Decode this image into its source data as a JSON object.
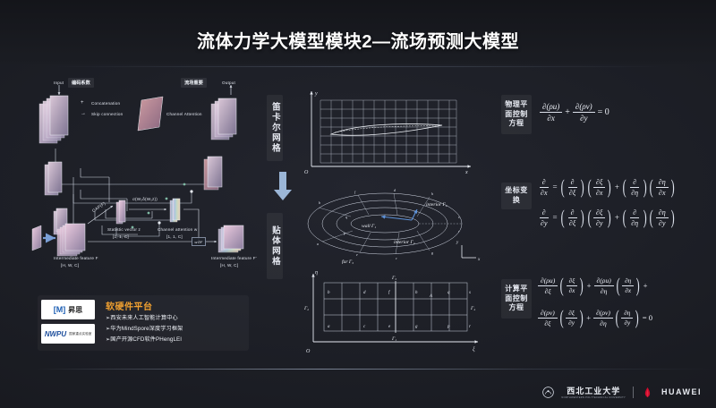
{
  "slide": {
    "title": "流体力学大模型模块2—流场预测大模型",
    "background_color": "#1c1e25",
    "accent_color": "#f0a030"
  },
  "network_diagram": {
    "input_label": "Input",
    "output_label": "Output",
    "encoder_chip": "编码系数",
    "decoder_chip": "流场重要",
    "legend": [
      {
        "symbol": "+",
        "label": "Concatenation"
      },
      {
        "symbol": "→",
        "label": "Skip connection"
      }
    ],
    "channel_attention_label": "Channel Attention",
    "detail": {
      "intermediate_feature": "Intermediate feature F",
      "intermediate_feature_dims": "[H, W, C]",
      "statistic_vector": "Statistic vector z",
      "statistic_vector_dims": "[1, 1, C]",
      "channel_attention": "Channel attention w",
      "channel_attention_dims": "[1, 1, C]",
      "output_feature": "Intermediate feature F'",
      "output_feature_dims": "[H, W, C]",
      "op_gap": "GAP(F)",
      "op_sigmoid": "σ(W₂δ(W₁z))",
      "op_scale": "w⊙F"
    }
  },
  "platform": {
    "title": "软硬件平台",
    "items": [
      "➢西安未来人工智能计算中心",
      "➢华为MindSpore深度学习框架",
      "➢国产开源CFD软件PHengLEI"
    ],
    "highlights": [
      "MindSpore",
      "PHengLEI"
    ],
    "logos": [
      {
        "name": "mindspore-logo",
        "text": "[M]",
        "sub": "昇思"
      },
      {
        "name": "nwpu-lab-logo",
        "text": "NWPU",
        "sub": "国家重点实验室"
      }
    ]
  },
  "middle": {
    "cartesian_label": "笛卡尔网格",
    "bodyfit_label": "贴体网格",
    "arrow": "down-arrow",
    "cartesian_fig": {
      "x_axis": "x",
      "y_axis": "y",
      "origin": "O",
      "cols": 14,
      "rows": 8
    },
    "ogrid_fig": {
      "boundaries": [
        "wall Γ₁",
        "far Γ₃",
        "interior Γ₂",
        "interior Γ₄"
      ],
      "node_labels": [
        "a",
        "b",
        "c",
        "d",
        "e",
        "f",
        "g",
        "h",
        "p",
        "q",
        "r",
        "s"
      ],
      "axis_x": "x",
      "axis_y": "y"
    },
    "computational_fig": {
      "x_axis": "ξ",
      "y_axis": "η",
      "origin": "O",
      "boundaries": {
        "top": "Γ₃",
        "left": "Γ₂",
        "right": "Γ₄",
        "bottom": "Γ₁"
      },
      "node_labels_top": [
        "b",
        "d",
        "f",
        "h",
        "q",
        "s"
      ],
      "node_labels_bottom": [
        "a",
        "c",
        "e",
        "g",
        "p",
        "r"
      ],
      "cols": 8,
      "rows": 3
    }
  },
  "equations": [
    {
      "chip": "物理平面控制方程",
      "name": "physical-plane-equation",
      "latex": "∂(ρu)/∂x + ∂(ρv)/∂y = 0",
      "terms": {
        "n1": "∂(ρu)",
        "d1": "∂x",
        "op1": "+",
        "n2": "∂(ρv)",
        "d2": "∂y",
        "tail": "= 0"
      }
    },
    {
      "chip": "坐标变换",
      "name": "coordinate-transform-equation",
      "latex": "∂/∂x = (∂/∂ξ)(∂ξ/∂x) + (∂/∂η)(∂η/∂x) ; ∂/∂y = (∂/∂ξ)(∂ξ/∂y) + (∂/∂η)(∂η/∂y)",
      "line1": {
        "lhs_n": "∂",
        "lhs_d": "∂x",
        "eq": "=",
        "a_n": "∂",
        "a_d": "∂ξ",
        "b_n": "∂ξ",
        "b_d": "∂x",
        "op": "+",
        "c_n": "∂",
        "c_d": "∂η",
        "e_n": "∂η",
        "e_d": "∂x"
      },
      "line2": {
        "lhs_n": "∂",
        "lhs_d": "∂y",
        "eq": "=",
        "a_n": "∂",
        "a_d": "∂ξ",
        "b_n": "∂ξ",
        "b_d": "∂y",
        "op": "+",
        "c_n": "∂",
        "c_d": "∂η",
        "e_n": "∂η",
        "e_d": "∂y"
      }
    },
    {
      "chip": "计算平面控制方程",
      "name": "computational-plane-equation",
      "latex": "∂(ρu)/∂ξ (∂ξ/∂x) + ∂(ρu)/∂η (∂η/∂x) + ∂(ρv)/∂ξ (∂ξ/∂y) + ∂(ρv)/∂η (∂η/∂y) = 0",
      "line1": {
        "a_n": "∂(ρu)",
        "a_d": "∂ξ",
        "b_n": "∂ξ",
        "b_d": "∂x",
        "op1": "+",
        "c_n": "∂(ρu)",
        "c_d": "∂η",
        "e_n": "∂η",
        "e_d": "∂x",
        "tail": "+"
      },
      "line2": {
        "a_n": "∂(ρv)",
        "a_d": "∂ξ",
        "b_n": "∂ξ",
        "b_d": "∂y",
        "op1": "+",
        "c_n": "∂(ρv)",
        "c_d": "∂η",
        "e_n": "∂η",
        "e_d": "∂y",
        "tail": "= 0"
      }
    }
  ],
  "footer": {
    "university": "西北工业大学",
    "university_sub": "NORTHWESTERN POLYTECHNICAL UNIVERSITY",
    "partner": "HUAWEI"
  }
}
